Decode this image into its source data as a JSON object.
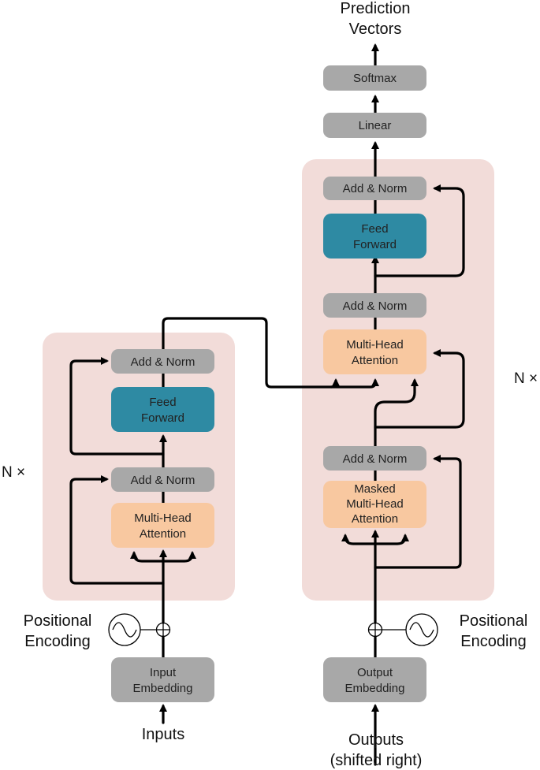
{
  "colors": {
    "stack_bg": "#f2dcd9",
    "gray_box": "#a8a8a8",
    "orange_box": "#f8c8a0",
    "teal_box": "#2e8aa3",
    "wire": "#000000"
  },
  "encoder": {
    "repeat_label": "N ×",
    "add_norm_top": "Add & Norm",
    "feed_forward": [
      "Feed",
      "Forward"
    ],
    "add_norm_bottom": "Add & Norm",
    "attention": [
      "Multi-Head",
      "Attention"
    ],
    "positional": [
      "Positional",
      "Encoding"
    ],
    "embedding": [
      "Input",
      "Embedding"
    ],
    "input_label": "Inputs"
  },
  "decoder": {
    "repeat_label": "N ×",
    "add_norm_top": "Add & Norm",
    "feed_forward": [
      "Feed",
      "Forward"
    ],
    "add_norm_mid": "Add & Norm",
    "cross_attention": [
      "Multi-Head",
      "Attention"
    ],
    "add_norm_bottom": "Add & Norm",
    "masked_attention": [
      "Masked",
      "Multi-Head",
      "Attention"
    ],
    "positional": [
      "Positional",
      "Encoding"
    ],
    "embedding": [
      "Output",
      "Embedding"
    ],
    "input_label": [
      "Outputs",
      "(shifted right)"
    ]
  },
  "head": {
    "linear": "Linear",
    "softmax": "Softmax",
    "output_label": [
      "Prediction",
      "Vectors"
    ]
  }
}
